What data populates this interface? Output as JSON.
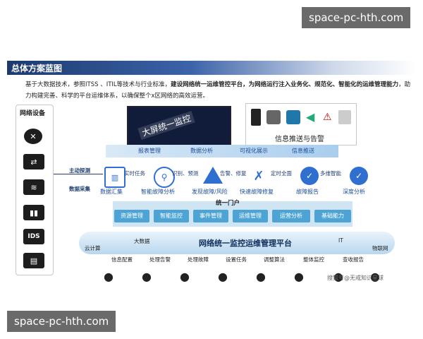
{
  "watermarks": {
    "top": "space-pc-hth.com",
    "bottom": "space-pc-hth.com"
  },
  "title": "总体方案蓝图",
  "intro": {
    "part1": "基于大数据技术，参照ITSS 、ITIL等技术与行业标准，",
    "bold": "建设网络统一运维管控平台，为网络运行注入业务化、规范化、智能化的运维管理能力",
    "part2": "，助力构建完善、科学的平台运维体系，以确保整个x区网络的高效运营。"
  },
  "devices": {
    "title": "网络设备",
    "items": [
      "router-icon",
      "switch-icon",
      "wireless-icon",
      "server-icon",
      "ids-icon",
      "firewall-icon"
    ],
    "ids_label": "IDS"
  },
  "side_labels": {
    "active": "主动探测",
    "collect": "数据采集"
  },
  "top": {
    "screen_text": "大屏统一监控",
    "notice_title": "信息推送与告警",
    "arrows": [
      "报表管理",
      "数据分析",
      "可视化展示",
      "信息推送"
    ]
  },
  "flow": {
    "steps": [
      "数据汇集",
      "智能故障分析",
      "发现故障/风险",
      "快速故障修复",
      "故障报告",
      "深度分析"
    ],
    "connectors": [
      "实时任务",
      "识别、预测",
      "告警、修复",
      "定时全面",
      "多维智能"
    ]
  },
  "portal": {
    "title": "统一门户",
    "modules": [
      "资源管理",
      "智能监控",
      "事件管理",
      "运维管理",
      "运营分析",
      "基础能力"
    ]
  },
  "platform": {
    "title": "网络统一监控运维管理平台",
    "left1": "云计算",
    "left2": "大数据",
    "right1": "IT",
    "right2": "物联网"
  },
  "roles": [
    "信息配置",
    "处理告警",
    "处理故障",
    "设置任务",
    "调整算法",
    "整体监控",
    "查收报告"
  ],
  "source_note": "搜狐号@无戒知识星球"
}
